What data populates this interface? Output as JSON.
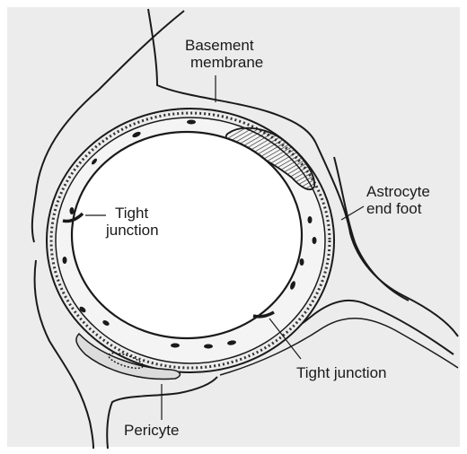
{
  "labels": {
    "basement_membrane": [
      "Basement",
      "membrane"
    ],
    "astrocyte_end_foot": [
      "Astrocyte",
      "end foot"
    ],
    "tight_junction_inner": [
      "Tight",
      "junction"
    ],
    "tight_junction_outer": "Tight junction",
    "pericyte": "Pericyte"
  },
  "colors": {
    "background": "#ececec",
    "lumen": "#ffffff",
    "stroke": "#1a1a1a"
  }
}
